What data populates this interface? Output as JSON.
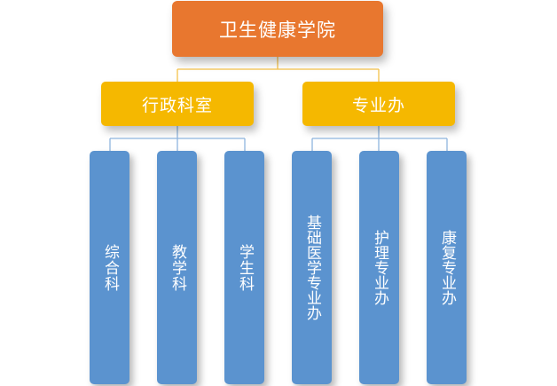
{
  "root": {
    "label": "卫生健康学院"
  },
  "groups": [
    {
      "label": "行政科室",
      "children": [
        "综合科",
        "教学科",
        "学生科"
      ]
    },
    {
      "label": "专业办",
      "children": [
        "基础医学专业办",
        "护理专业办",
        "康复专业办"
      ]
    }
  ],
  "colors": {
    "root": "#e8772f",
    "group": "#f5b800",
    "leaf": "#5b93cf",
    "connector_top": "#f5c24a",
    "connector_bottom": "#8fb5de"
  }
}
